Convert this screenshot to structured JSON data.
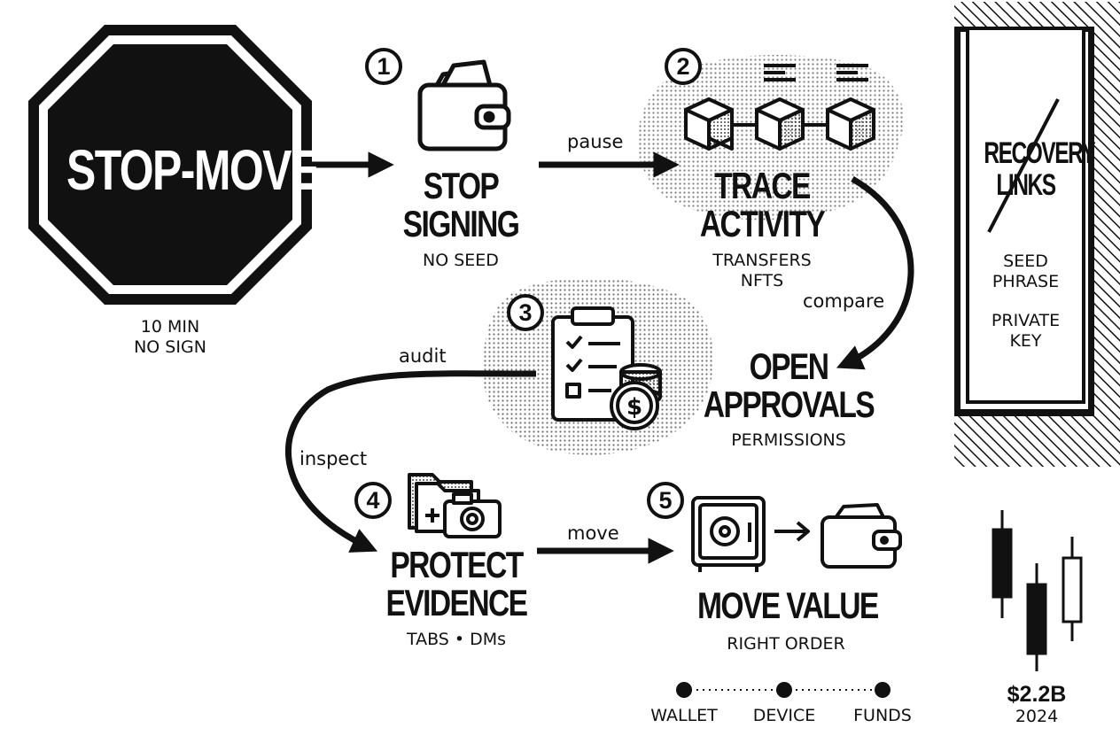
{
  "stop_sign": {
    "label": "STOP-MOVE",
    "note": [
      "10 MIN",
      "NO SIGN"
    ]
  },
  "steps": [
    {
      "number": "1",
      "title": [
        "STOP",
        "SIGNING"
      ],
      "subtitle": [
        "NO SEED"
      ],
      "icon": "wallet-icon"
    },
    {
      "number": "2",
      "title": [
        "TRACE",
        "ACTIVITY"
      ],
      "subtitle": [
        "TRANSFERS",
        "NFTS"
      ],
      "icon": "blockchain-icon"
    },
    {
      "number": "3",
      "title": [
        "OPEN",
        "APPROVALS"
      ],
      "subtitle": [
        "PERMISSIONS"
      ],
      "icon": "clipboard-checklist-icon"
    },
    {
      "number": "4",
      "title": [
        "PROTECT",
        "EVIDENCE"
      ],
      "subtitle": [
        "TABS • DMs"
      ],
      "icon": "folder-camera-icon"
    },
    {
      "number": "5",
      "title": [
        "MOVE VALUE"
      ],
      "subtitle": [
        "RIGHT ORDER"
      ],
      "icon": "safe-to-wallet-icon"
    }
  ],
  "connectors": {
    "pause": "pause",
    "compare": "compare",
    "audit": "audit",
    "inspect": "inspect",
    "move": "move"
  },
  "warning_panel": {
    "struck_label": [
      "RECOVERY",
      "LINKS"
    ],
    "items": [
      [
        "SEED",
        "PHRASE"
      ],
      [
        "PRIVATE",
        "KEY"
      ]
    ]
  },
  "timeline": [
    "WALLET",
    "DEVICE",
    "FUNDS"
  ],
  "stat": {
    "value": "$2.2B",
    "year": "2024",
    "icon": "candlestick-chart-icon"
  },
  "colors": {
    "ink": "#111111",
    "paper": "#ffffff"
  }
}
